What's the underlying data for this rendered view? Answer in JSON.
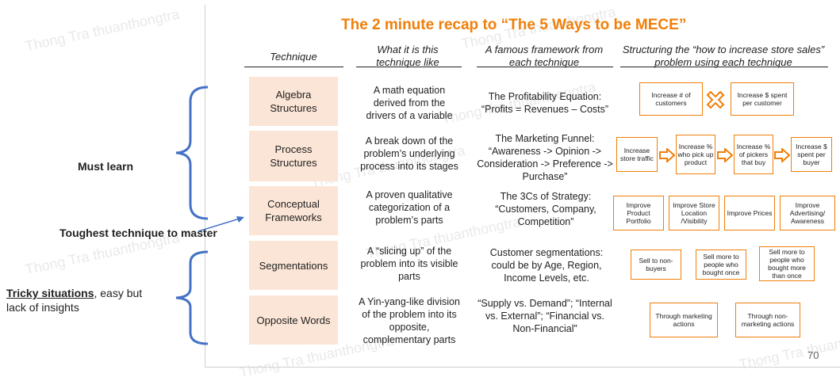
{
  "watermark": "Thong Tra thuanthongtra",
  "title": "The 2 minute recap to “The 5 Ways to be MECE”",
  "headers": [
    "Technique",
    "What it is this technique like",
    "A famous framework from each technique",
    "Structuring the “how to increase store sales” problem using each technique"
  ],
  "rows": [
    {
      "technique": "Algebra Structures",
      "what": "A math equation derived from the drivers of a variable",
      "framework": "The Profitability Equation: “Profits = Revenues – Costs”",
      "boxes": [
        "Increase # of customers",
        "Increase $ spent per customer"
      ]
    },
    {
      "technique": "Process Structures",
      "what": "A break down of the problem’s underlying process into its stages",
      "framework": "The Marketing Funnel: “Awareness -> Opinion -> Consideration -> Preference -> Purchase”",
      "boxes": [
        "Increase store traffic",
        "Increase % who pick up product",
        "Increase % of pickers that buy",
        "Increase $ spent per buyer"
      ]
    },
    {
      "technique": "Conceptual Frameworks",
      "what": "A proven qualitative categorization of a problem’s parts",
      "framework": "The 3Cs of Strategy: “Customers, Company, Competition”",
      "boxes": [
        "Improve Product Portfolio",
        "Improve Store Location /Visibility",
        "Improve Prices",
        "Improve Advertising/ Awareness"
      ]
    },
    {
      "technique": "Segmentations",
      "what": "A “slicing up” of the problem into its visible parts",
      "framework": "Customer segmentations: could be by Age, Region, Income Levels, etc.",
      "boxes": [
        "Sell to non-buyers",
        "Sell more to people who bought once",
        "Sell more to people who bought more than once"
      ]
    },
    {
      "technique": "Opposite Words",
      "what": "A Yin-yang-like division of the problem into its opposite, complementary parts",
      "framework": "“Supply vs. Demand”; “Internal vs. External”; “Financial vs. Non-Financial”",
      "boxes": [
        "Through marketing actions",
        "Through non-marketing actions"
      ]
    }
  ],
  "notes": {
    "must_learn": "Must learn",
    "toughest": "Toughest technique to master",
    "tricky_underlined": "Tricky situations",
    "tricky_rest": ", easy but",
    "tricky_line2": "lack of insights"
  },
  "page_number": "70",
  "colors": {
    "accent": "#f07f09",
    "technique_fill": "#fbe5d6",
    "bracket": "#4472c4"
  }
}
